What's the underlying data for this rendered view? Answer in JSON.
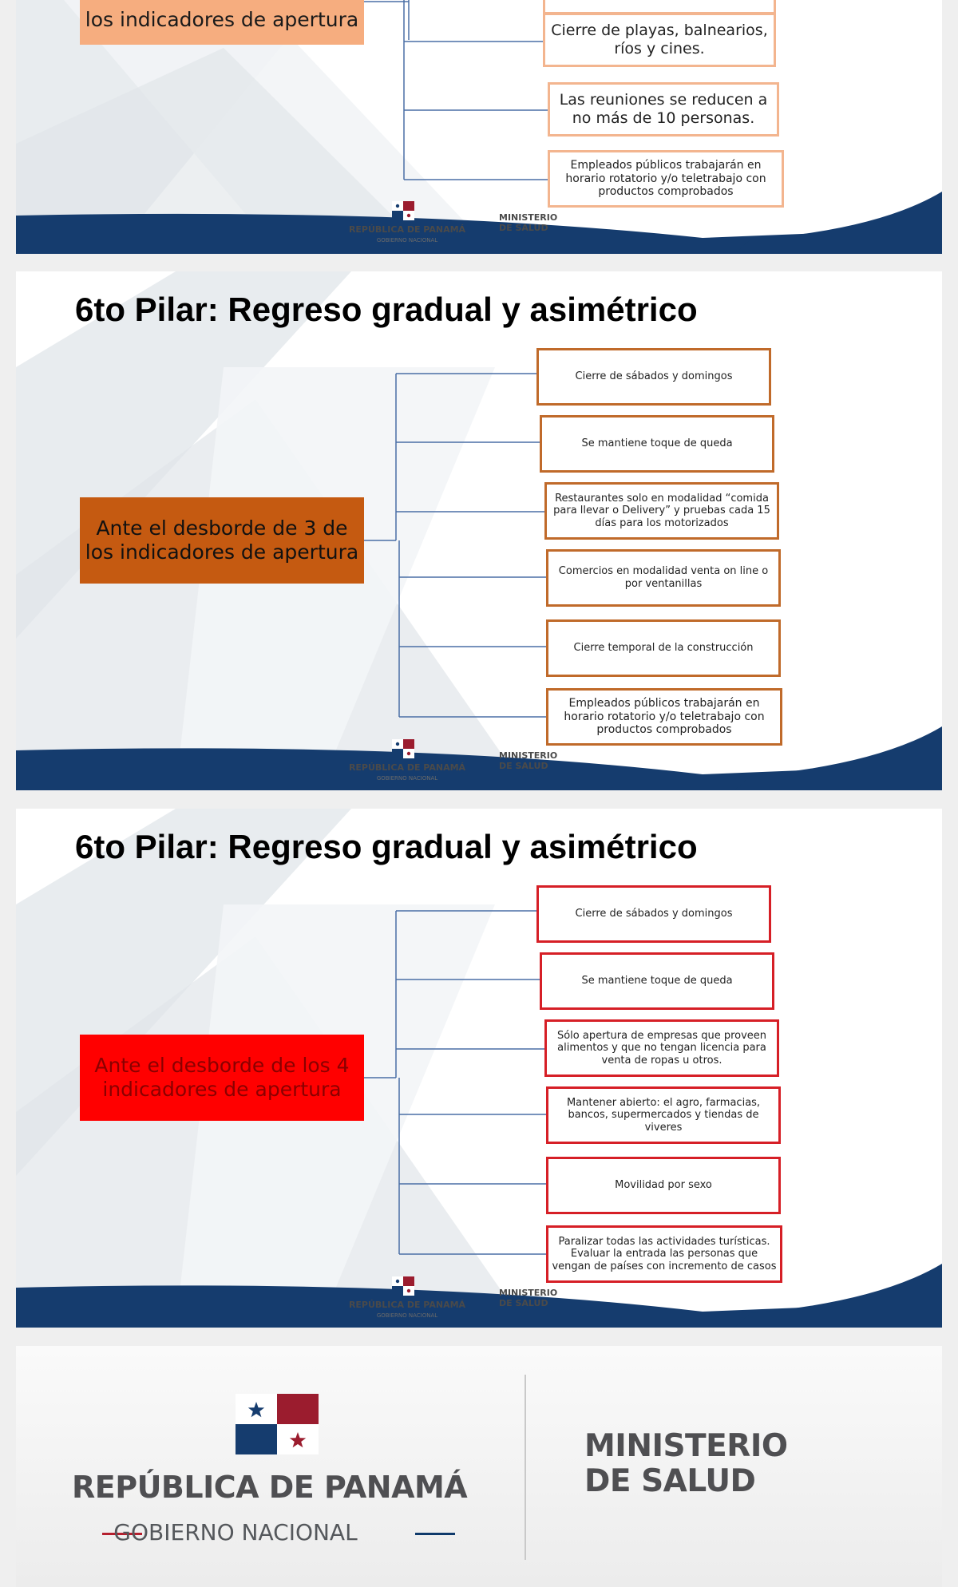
{
  "slide_top": {
    "main_label": "los indicadores de apertura",
    "items": [
      "Cierre de playas, balnearios, ríos y cines.",
      "Las reuniones se reducen a no más de 10 personas.",
      "Empleados públicos trabajarán en horario rotatorio y/o teletrabajo con productos comprobados"
    ],
    "colors": {
      "accent": "#f6ad7f",
      "border": "#f3b58f"
    }
  },
  "slide_orange": {
    "title": "6to Pilar: Regreso gradual y asimétrico",
    "main_label": "Ante el desborde de 3 de los indicadores de apertura",
    "items": [
      "Cierre de sábados y domingos",
      "Se mantiene toque de queda",
      "Restaurantes solo en modalidad “comida para llevar o Delivery” y pruebas cada 15 días para los motorizados",
      "Comercios en modalidad venta on line o por ventanillas",
      "Cierre temporal de la construcción",
      "Empleados públicos trabajarán en horario rotatorio y/o teletrabajo con productos comprobados"
    ],
    "colors": {
      "accent": "#c55a11",
      "border": "#c06a2a"
    }
  },
  "slide_red": {
    "title": "6to Pilar: Regreso gradual y asimétrico",
    "main_label": "Ante el desborde de los 4 indicadores de apertura",
    "items": [
      "Cierre de sábados y domingos",
      "Se mantiene toque de queda",
      "Sólo apertura de empresas que proveen alimentos y que no tengan licencia para venta de ropas u otros.",
      "Mantener abierto: el agro, farmacias, bancos, supermercados y tiendas de viveres",
      "Movilidad por sexo",
      "Paralizar todas las actividades turísticas. Evaluar la entrada las personas que vengan de países con incremento de casos"
    ],
    "colors": {
      "accent": "#ff0000",
      "border": "#d61f26"
    }
  },
  "logo": {
    "republica": "REPÚBLICA DE PANAMÁ",
    "gobierno": "GOBIERNO NACIONAL",
    "ministerio": "MINISTERIO DE SALUD",
    "colors": {
      "flag_red": "#9b1c2e",
      "flag_blue": "#153c6e",
      "text_gray": "#4f4f52"
    }
  }
}
